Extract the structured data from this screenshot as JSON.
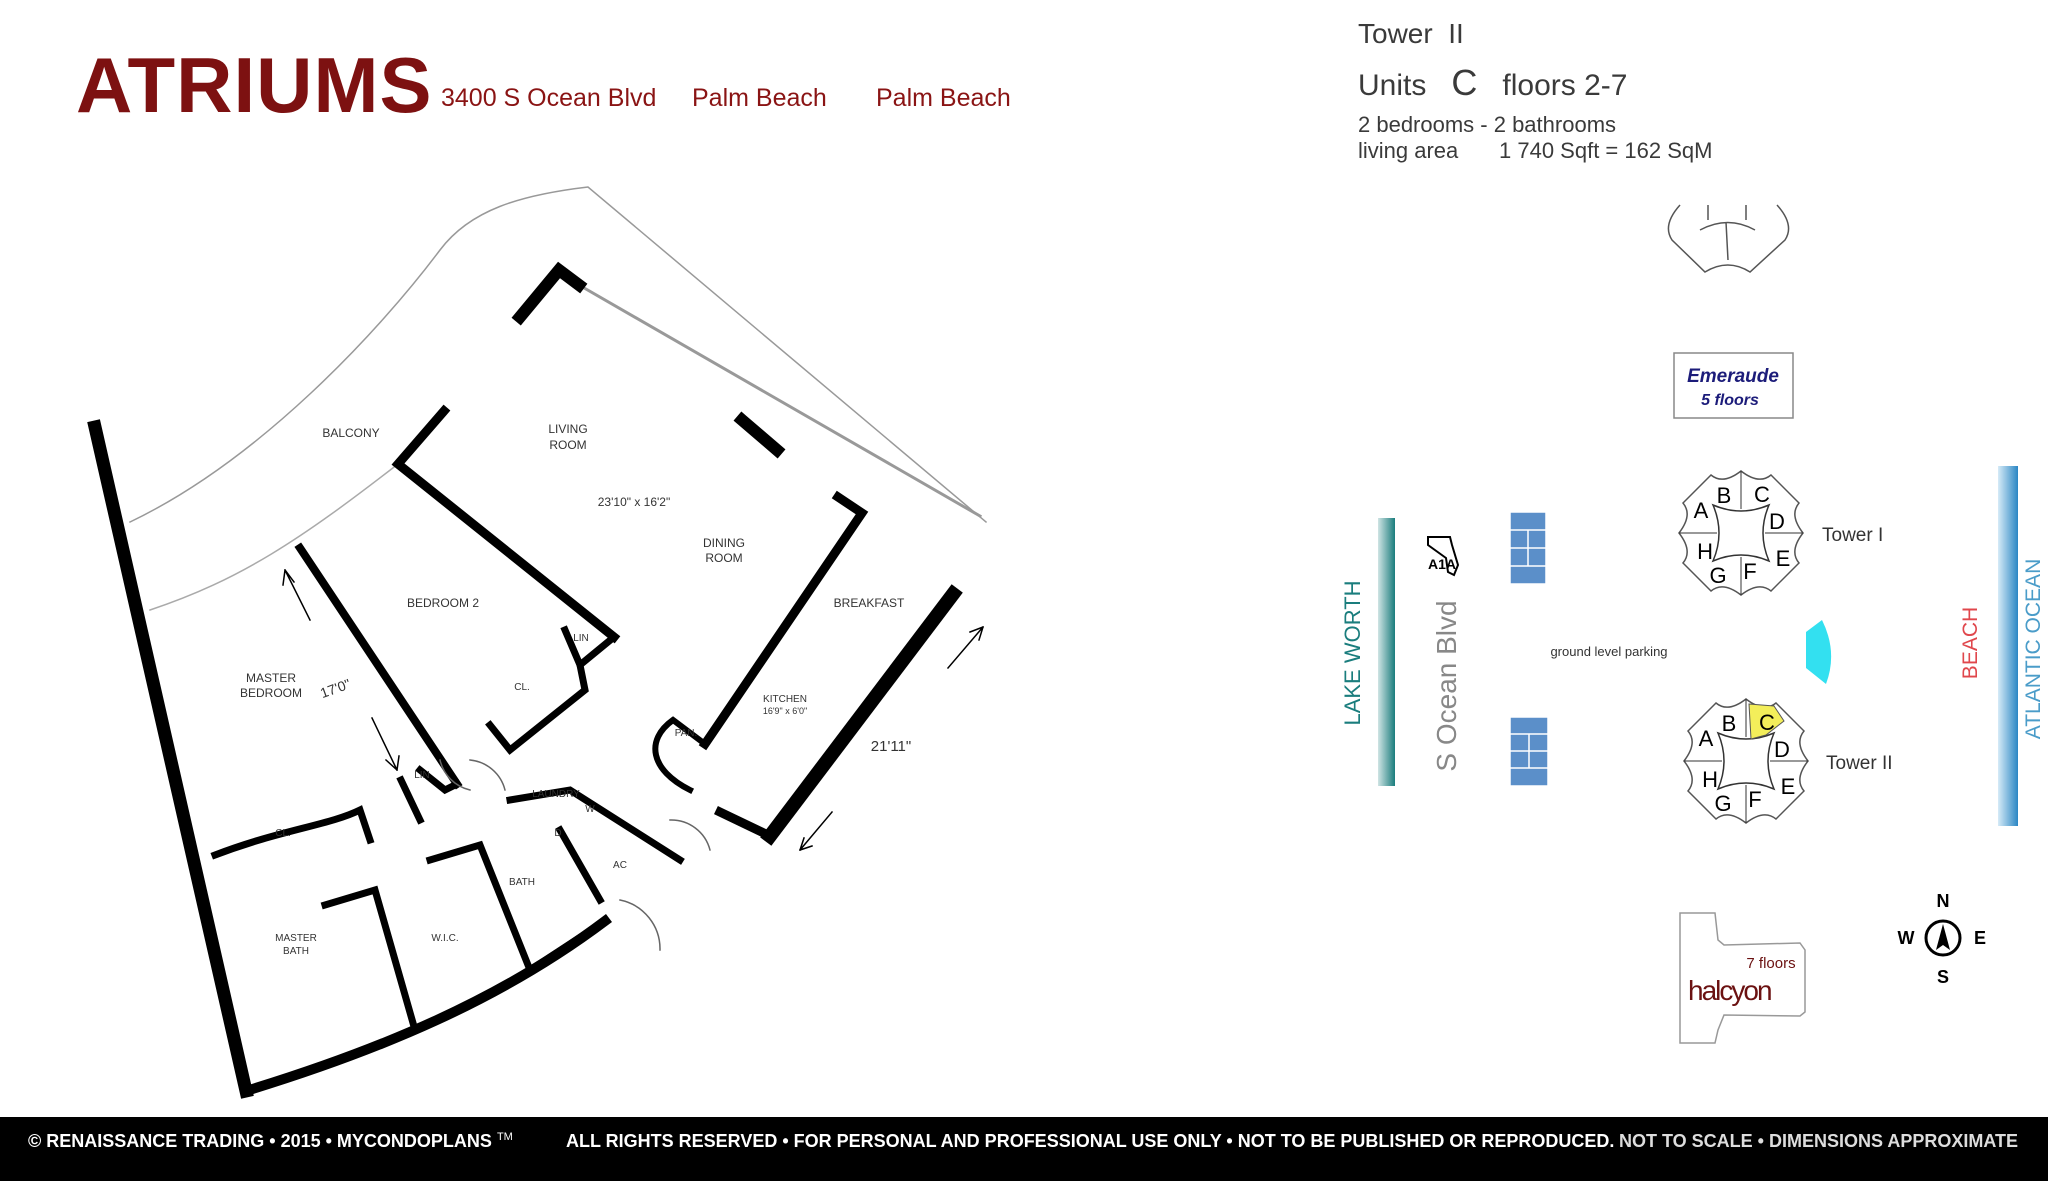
{
  "header": {
    "title": "ATRIUMS",
    "address": "3400 S Ocean Blvd",
    "city1": "Palm Beach",
    "city2": "Palm Beach"
  },
  "unit_info": {
    "tower_label": "Tower",
    "tower_value": "II",
    "units_label": "Units",
    "units_value": "C",
    "floors": "floors 2-7",
    "rooms": "2 bedrooms - 2 bathrooms",
    "living_label": "living area",
    "living_value": "1 740 Sqft = 162 SqM"
  },
  "floorplan": {
    "balcony": "BALCONY",
    "living1": "LIVING",
    "living2": "ROOM",
    "living_dim": "23'10\" x 16'2\"",
    "dining1": "DINING",
    "dining2": "ROOM",
    "breakfast": "BREAKFAST",
    "bedroom2": "BEDROOM 2",
    "master1": "MASTER",
    "master2": "BEDROOM",
    "master_dim": "17'0\"",
    "lin1": "LIN",
    "lin2": "LIN",
    "cl1": "CL.",
    "cl2": "CL.",
    "pan": "PAN.",
    "kitchen": "KITCHEN",
    "kitchen_dim": "16'9\" x 6'0\"",
    "overall_dim": "21'11\"",
    "laundry": "LAUNDRY",
    "w": "W",
    "d": "D",
    "ac": "AC",
    "bath": "BATH",
    "wic": "W.I.C.",
    "master_bath1": "MASTER",
    "master_bath2": "BATH"
  },
  "sitemap": {
    "lake": "LAKE WORTH",
    "road": "S Ocean Blvd",
    "shield": "A1A",
    "parking": "ground level parking",
    "beach": "BEACH",
    "ocean": "ATLANTIC OCEAN",
    "tower1": "Tower I",
    "tower2": "Tower II",
    "units": [
      "A",
      "B",
      "C",
      "D",
      "E",
      "F",
      "G",
      "H"
    ],
    "highlighted_unit": "C",
    "emeraude1": "Emeraude",
    "emeraude2": "5 floors",
    "halcyon": "halcyon",
    "halcyon_floors": "7 floors",
    "compass": {
      "n": "N",
      "s": "S",
      "e": "E",
      "w": "W"
    },
    "colors": {
      "lake": "#1a7d7d",
      "ocean": "#2a86c4",
      "beach": "#e0474c",
      "court": "#5b8fc9",
      "pool": "#33e0f0",
      "highlight": "#f3ee5a"
    }
  },
  "footer": {
    "left": "© RENAISSANCE TRADING • 2015 • MYCONDOPLANS",
    "tm": "TM",
    "center": "ALL RIGHTS RESERVED • FOR PERSONAL AND PROFESSIONAL USE ONLY • NOT TO BE PUBLISHED OR REPRODUCED.",
    "right": "NOT TO SCALE • DIMENSIONS APPROXIMATE"
  }
}
